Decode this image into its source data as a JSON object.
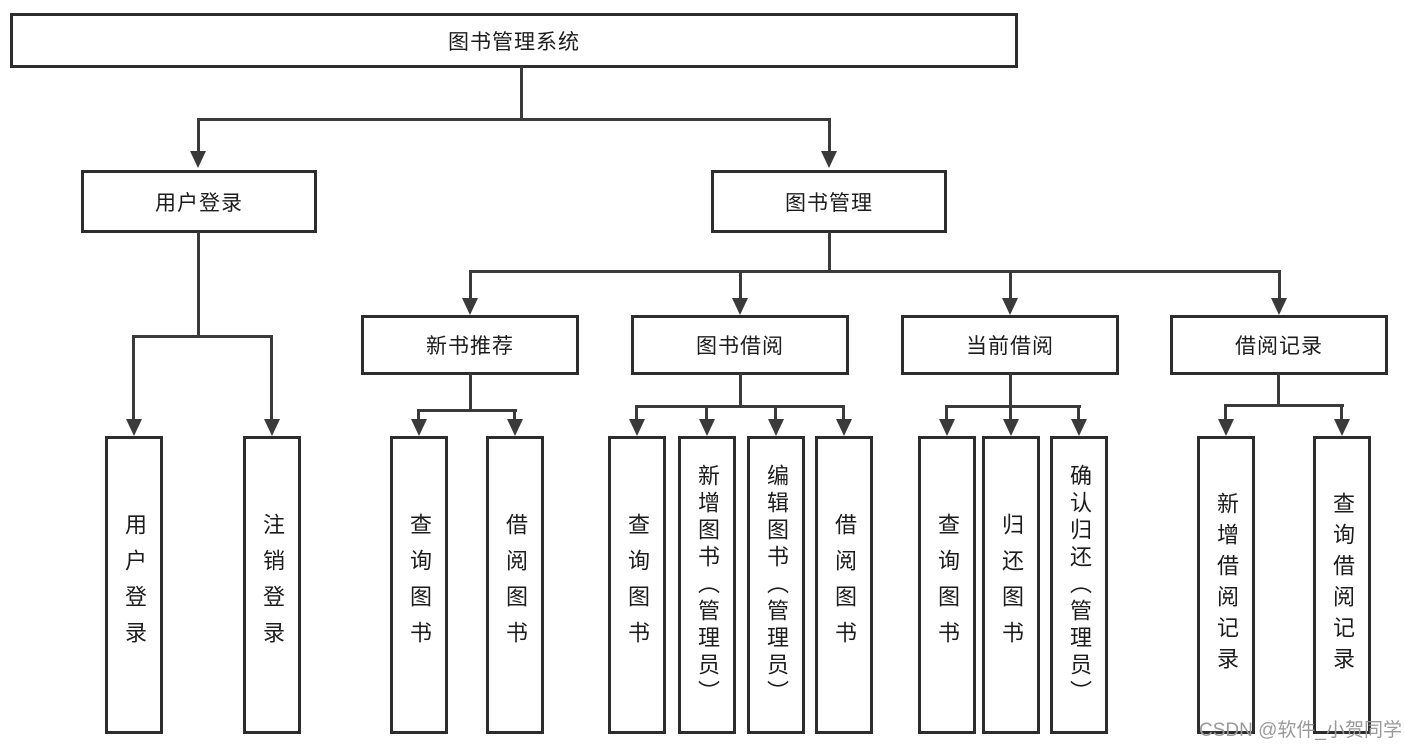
{
  "diagram": {
    "root": {
      "label": "图书管理系统"
    },
    "branches": {
      "user_login": {
        "label": "用户登录"
      },
      "book_management": {
        "label": "图书管理"
      }
    },
    "modules": {
      "new_book_recommend": {
        "label": "新书推荐"
      },
      "book_borrow": {
        "label": "图书借阅"
      },
      "current_borrow": {
        "label": "当前借阅"
      },
      "borrow_record": {
        "label": "借阅记录"
      }
    },
    "leaves": {
      "user_login_action": {
        "label": "用户登录"
      },
      "logout": {
        "label": "注销登录"
      },
      "query_book_recommend": {
        "label": "查询图书"
      },
      "borrow_book_recommend": {
        "label": "借阅图书"
      },
      "query_book_borrow": {
        "label": "查询图书"
      },
      "add_book_admin": {
        "label": "新增图书（管理员）"
      },
      "edit_book_admin": {
        "label": "编辑图书（管理员）"
      },
      "borrow_book_borrow": {
        "label": "借阅图书"
      },
      "query_book_current": {
        "label": "查询图书"
      },
      "return_book": {
        "label": "归还图书"
      },
      "confirm_return_admin": {
        "label": "确认归还（管理员）"
      },
      "add_borrow_record": {
        "label": "新增借阅记录"
      },
      "query_borrow_record": {
        "label": "查询借阅记录"
      }
    }
  },
  "watermark": {
    "text": "CSDN @软件_小贺同学"
  },
  "colors": {
    "line": "#3a3a3a",
    "box_border": "#2d2d2d",
    "text": "#1c1c1c",
    "watermark": "#9a9a9a",
    "background": "#ffffff"
  }
}
